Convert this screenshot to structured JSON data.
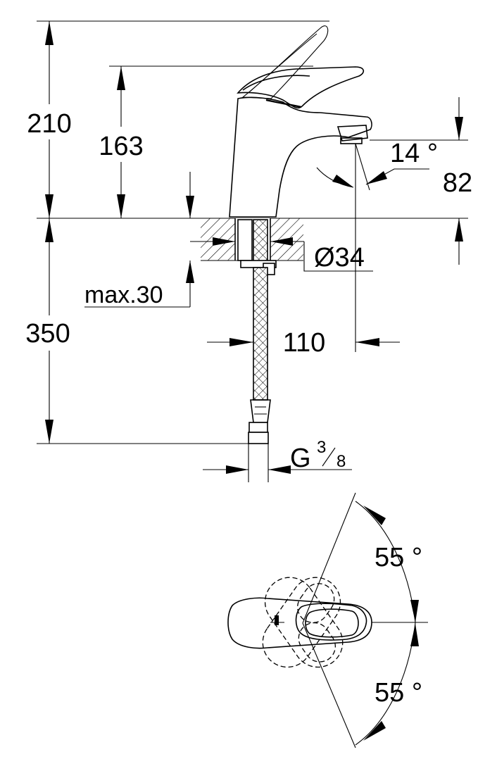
{
  "dimensions": {
    "total_height": "210",
    "spout_height": "163",
    "angle_spout": "14 °",
    "outlet_height": "82",
    "hole_diameter": "Ø34",
    "max_thickness": "max.30",
    "hose_length": "350",
    "projection": "110",
    "thread_g": "G",
    "thread_num": "3",
    "thread_den": "8",
    "lever_angle_up": "55 °",
    "lever_angle_down": "55 °"
  }
}
